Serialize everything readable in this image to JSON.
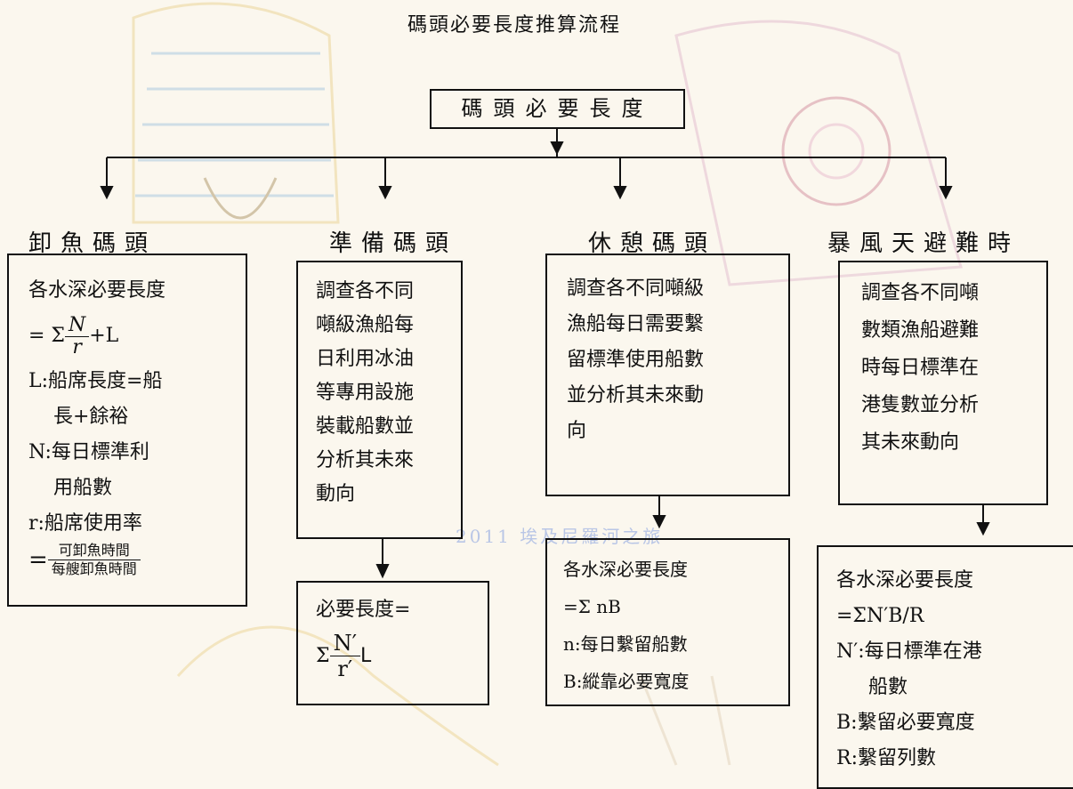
{
  "title": "碼頭必要長度推算流程",
  "root": "碼頭必要長度",
  "watermark": "2011 埃及尼羅河之旅",
  "columns": [
    {
      "heading": "卸魚碼頭",
      "box": {
        "l1": "各水深必要長度",
        "eq_prefix": "= Σ",
        "eq_num": "N",
        "eq_den": "r",
        "eq_suffix": "+L",
        "l3": "L:船席長度=船",
        "l4": "長+餘裕",
        "l5": "N:每日標準利",
        "l6": "用船數",
        "l7": "r:船席使用率",
        "l8_prefix": "=",
        "l8_num": "可卸魚時間",
        "l8_den": "每艘卸魚時間"
      }
    },
    {
      "heading": "準備碼頭",
      "box": [
        "調查各不同",
        "噸級漁船每",
        "日利用冰油",
        "等專用設施",
        "裝載船數並",
        "分析其未來",
        "動向"
      ],
      "result": {
        "l1": "必要長度=",
        "num": "N′",
        "sigma": "Σ",
        "den": "r′",
        "suffix": "L"
      }
    },
    {
      "heading": "休憩碼頭",
      "box": [
        "調查各不同噸級",
        "漁船每日需要繫",
        "留標準使用船數",
        "並分析其未來動",
        "向"
      ],
      "result": [
        "各水深必要長度",
        "=Σ nB",
        "n:每日繫留船數",
        "B:縱靠必要寬度"
      ]
    },
    {
      "heading": "暴風天避難時",
      "box": [
        "調查各不同噸",
        "數類漁船避難",
        "時每日標準在",
        "港隻數並分析",
        "其未來動向"
      ],
      "result": [
        "各水深必要長度",
        "=ΣN′B/R",
        "N′:每日標準在港",
        "船數",
        "B:繫留必要寬度",
        "R:繫留列數"
      ]
    }
  ]
}
